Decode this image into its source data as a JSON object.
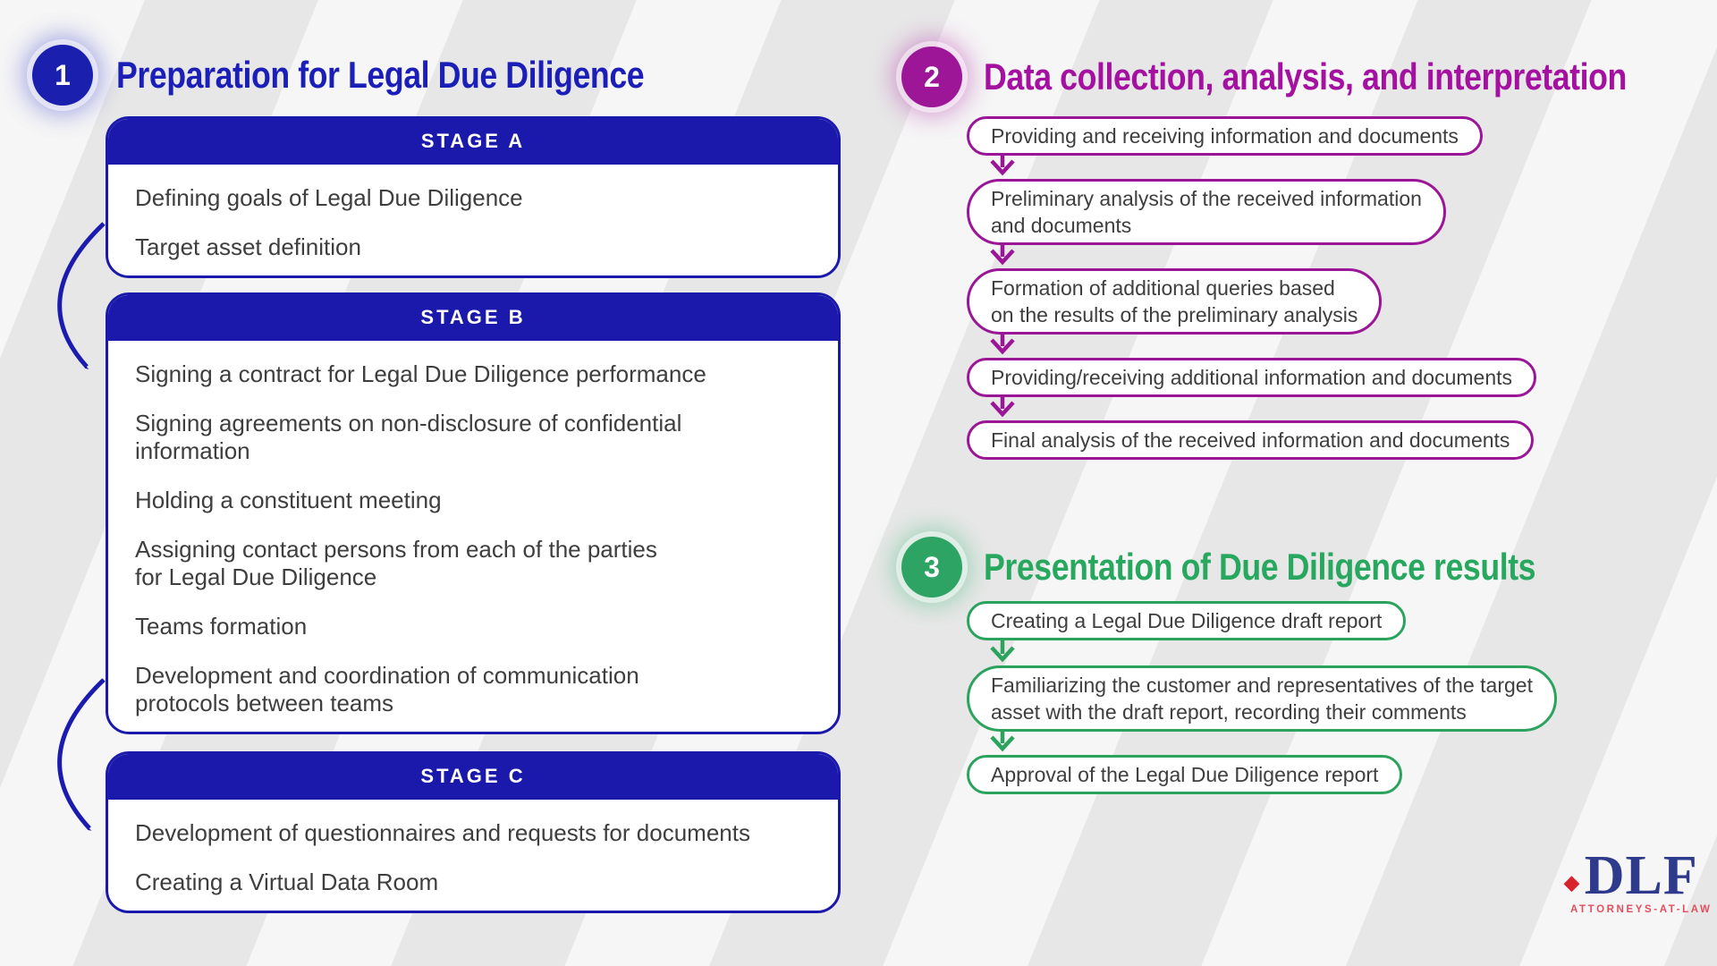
{
  "sections": [
    {
      "number": "1",
      "title": "Preparation for Legal Due Diligence"
    },
    {
      "number": "2",
      "title": "Data collection, analysis, and interpretation"
    },
    {
      "number": "3",
      "title": "Presentation of Due Diligence results"
    }
  ],
  "stages": [
    {
      "header": "STAGE A",
      "items": [
        "Defining goals of Legal Due Diligence",
        "Target asset definition"
      ]
    },
    {
      "header": "STAGE B",
      "items": [
        "Signing a contract for Legal Due Diligence performance",
        "Signing agreements on non-disclosure of confidential\ninformation",
        "Holding a constituent meeting",
        "Assigning contact persons from each of the parties\nfor Legal Due Diligence",
        "Teams formation",
        "Development and coordination of communication\nprotocols between teams"
      ]
    },
    {
      "header": "STAGE C",
      "items": [
        "Development of questionnaires and requests for documents",
        "Creating a Virtual Data Room"
      ]
    }
  ],
  "flows": [
    {
      "steps": [
        "Providing and receiving information and documents",
        "Preliminary analysis of the received information\nand documents",
        "Formation of additional queries based\non the results of the preliminary analysis",
        "Providing/receiving additional information and documents",
        "Final analysis of the received information and documents"
      ]
    },
    {
      "steps": [
        "Creating a Legal Due Diligence draft report",
        "Familiarizing the customer and representatives of the target\nasset with the draft report, recording their comments",
        "Approval of the Legal Due Diligence report"
      ]
    }
  ],
  "logo": {
    "name": "DLF",
    "tagline": "ATTORNEYS-AT-LAW"
  },
  "colors": {
    "blue": "#1a19ab",
    "magenta": "#9b1597",
    "green": "#2da364",
    "body_text": "#3e3e3e",
    "logo_navy": "#2e3a8c",
    "logo_red": "#d8232e"
  }
}
